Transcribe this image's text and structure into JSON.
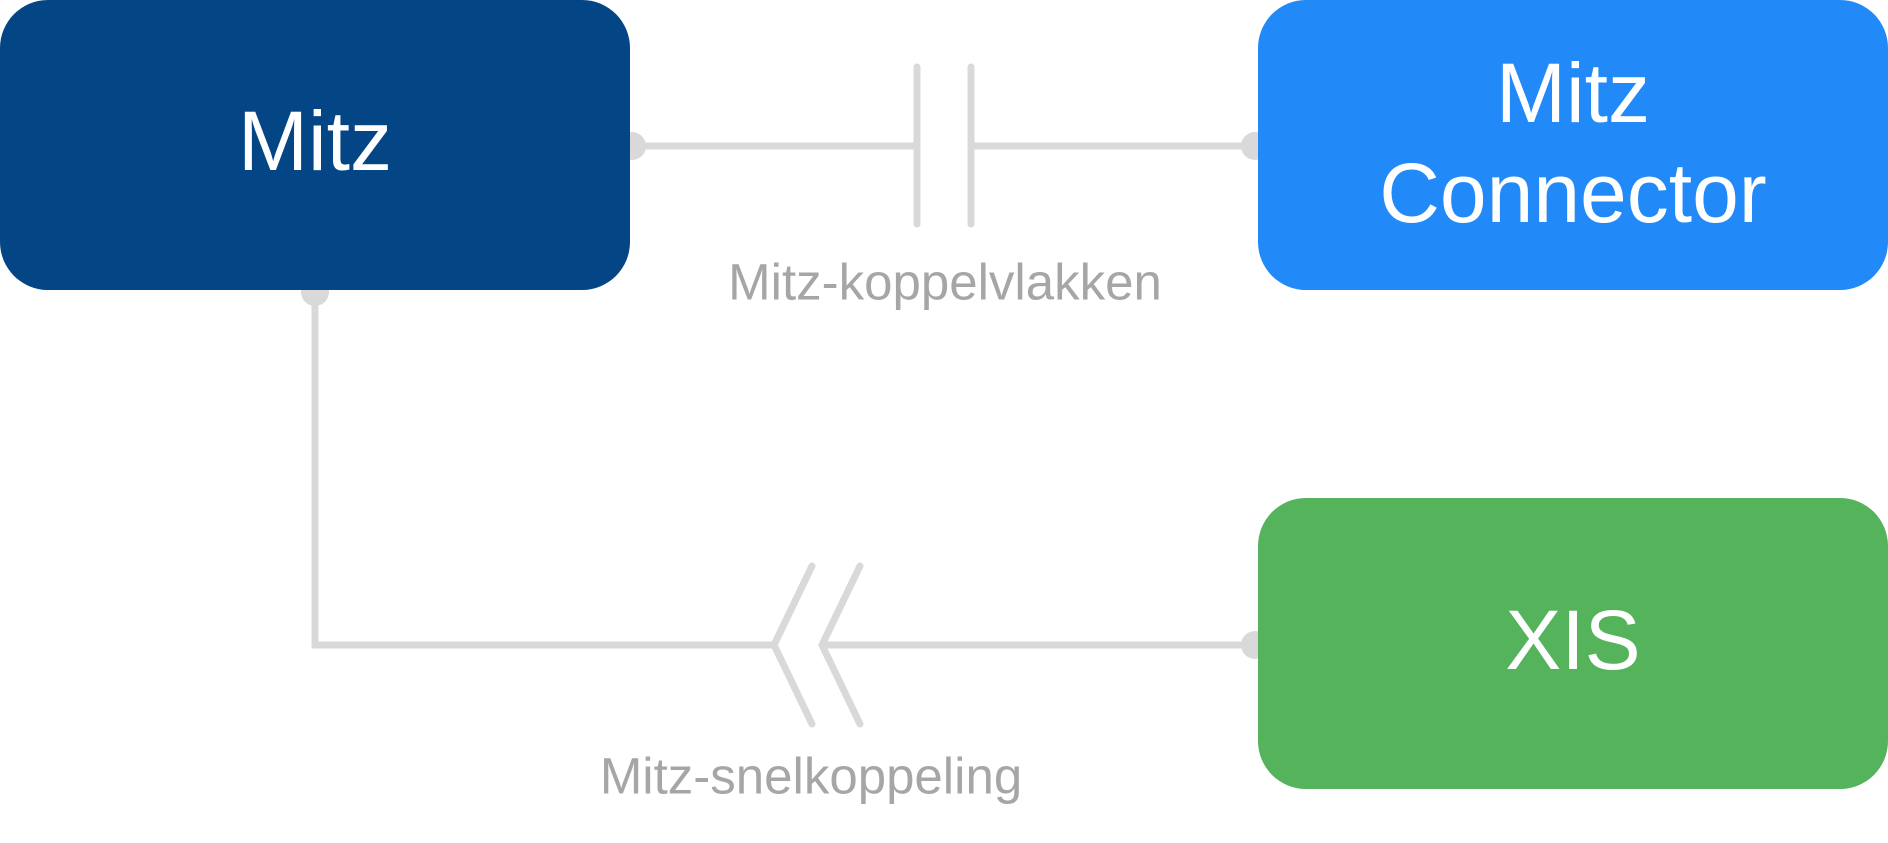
{
  "nodes": {
    "mitz": {
      "label": "Mitz",
      "color": "#044685"
    },
    "connector": {
      "label_line1": "Mitz",
      "label_line2": "Connector",
      "color": "#2189f8"
    },
    "xis": {
      "label": "XIS",
      "color": "#55b35b"
    }
  },
  "edges": {
    "koppelvlakken": {
      "label": "Mitz-koppelvlakken",
      "marker": "parallel-bars"
    },
    "snelkoppeling": {
      "label": "Mitz-snelkoppeling",
      "marker": "double-chevron"
    }
  },
  "colors": {
    "connector_line": "#d9d9d9",
    "edge_label": "#a6a6a6",
    "node_text": "#ffffff"
  }
}
